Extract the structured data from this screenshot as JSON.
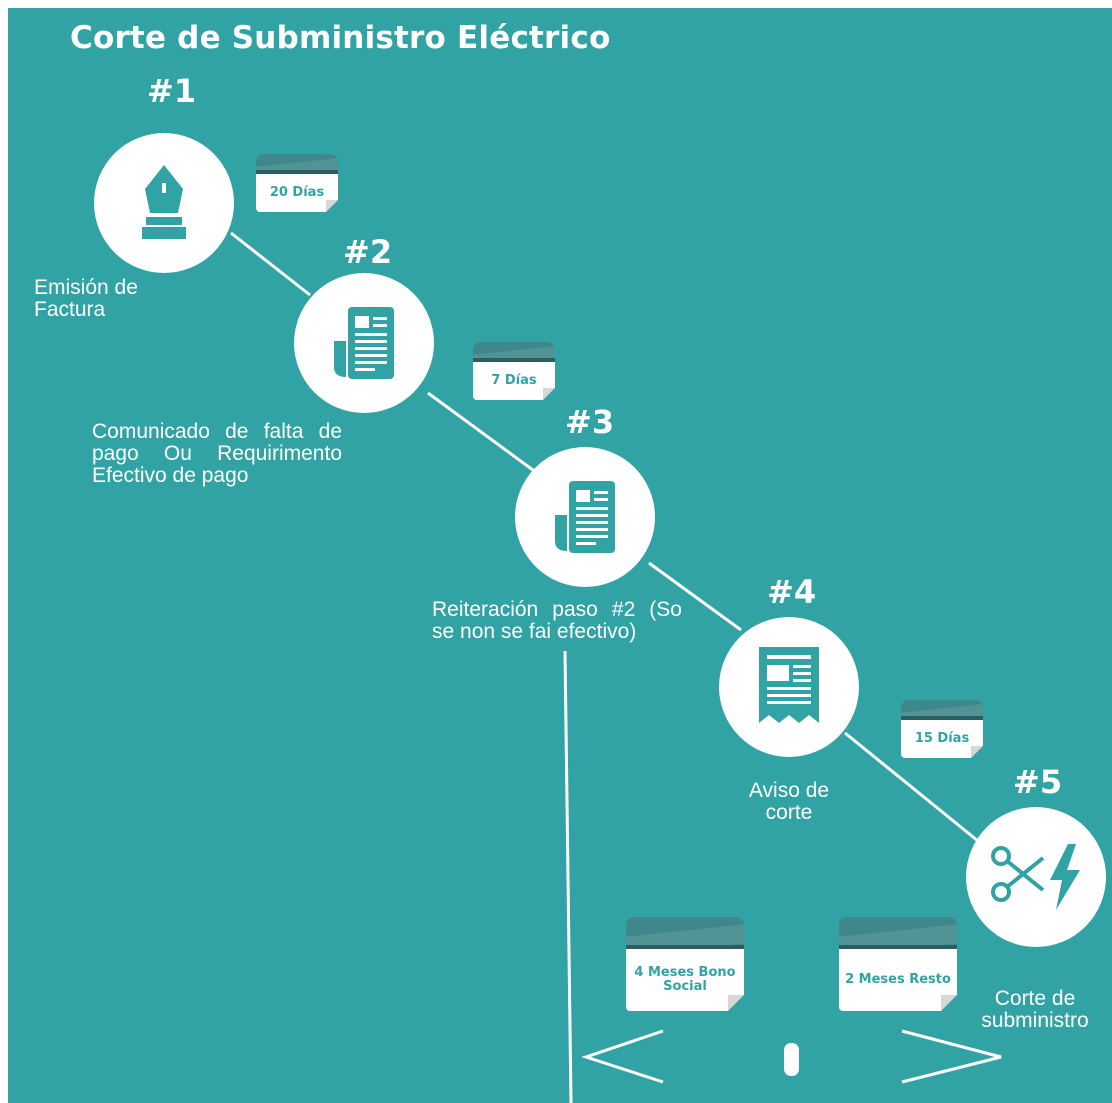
{
  "title": "Corte de Subministro Eléctrico",
  "steps": [
    {
      "number": "#1",
      "label": "Emisión de Factura",
      "icon": "pen-nib-icon"
    },
    {
      "number": "#2",
      "label": "Comunicado de falta de pago Ou Requirimento Efectivo de pago",
      "icon": "document-icon"
    },
    {
      "number": "#3",
      "label": "Reiteración paso #2 (So se non se fai efectivo)",
      "icon": "document-icon"
    },
    {
      "number": "#4",
      "label": "Aviso de corte",
      "icon": "receipt-icon"
    },
    {
      "number": "#5",
      "label": "Corte de subministro",
      "icon": "scissors-lightning-icon"
    }
  ],
  "durations": [
    {
      "label": "20 Días",
      "between": "#1-#2"
    },
    {
      "label": "7 Días",
      "between": "#2-#3"
    },
    {
      "label": "15 Días",
      "between": "#4-#5"
    },
    {
      "label": "4 Meses Bono Social",
      "between": "#3-#5"
    },
    {
      "label": "2 Meses Resto",
      "between": "#3-#5"
    }
  ],
  "colors": {
    "background": "#31a3a5",
    "calendar_header": "#3f878a",
    "foreground": "#ffffff"
  }
}
